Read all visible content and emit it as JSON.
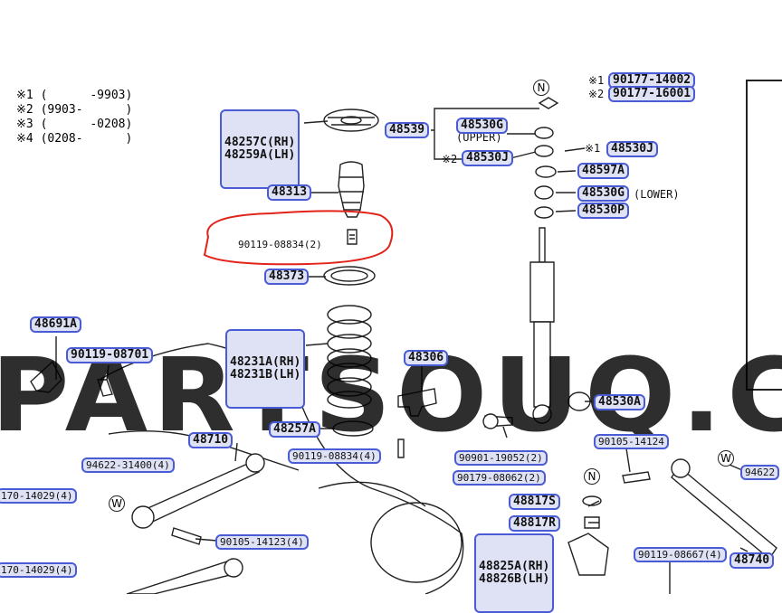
{
  "legend": [
    {
      "mark": "※1",
      "range": "(      -9903)"
    },
    {
      "mark": "※2",
      "range": "(9903-      )"
    },
    {
      "mark": "※3",
      "range": "(      -0208)"
    },
    {
      "mark": "※4",
      "range": "(0208-      )"
    }
  ],
  "watermark": "PARTSOUQ.C",
  "circle_marks": {
    "n": "N",
    "w": "W"
  },
  "notes": {
    "star1": "※1",
    "star2": "※2",
    "upper": "(UPPER)",
    "lower": "(LOWER)"
  },
  "labels": {
    "p48257c": "48257C(RH)",
    "p48259a": "48259A(LH)",
    "p48539": "48539",
    "p48530g_u": "48530G",
    "p48530j_a": "48530J",
    "p48530j_b": "48530J",
    "p90177_14002": "90177-14002",
    "p90177_16001": "90177-16001",
    "p48597a": "48597A",
    "p48530g_l": "48530G",
    "p48530p": "48530P",
    "p48313": "48313",
    "p90119_08834_2": "90119-08834(2)",
    "p48373": "48373",
    "p48691a": "48691A",
    "p90119_08701": "90119-08701",
    "p48231a": "48231A(RH)",
    "p48231b": "48231B(LH)",
    "p48306": "48306",
    "p48530a": "48530A",
    "p48257a": "48257A",
    "p48710": "48710",
    "p90119_08834_4": "90119-08834(4)",
    "p90901_19052": "90901-19052(2)",
    "p90105_14124": "90105-14124",
    "p94622_31400": "94622-31400(4)",
    "p90179_08062": "90179-08062(2)",
    "p94622_r": "94622",
    "p170_14029_a": "170-14029(4)",
    "p48817s": "48817S",
    "p48817r": "48817R",
    "p90105_14123": "90105-14123(4)",
    "p48825a": "48825A(RH)",
    "p48826b": "48826B(LH)",
    "p90119_08667": "90119-08667(4)",
    "p48740": "48740",
    "p170_14029_b": "170-14029(4)"
  },
  "highlight_color": "#e2231a",
  "label_color": "#4a5bd6"
}
